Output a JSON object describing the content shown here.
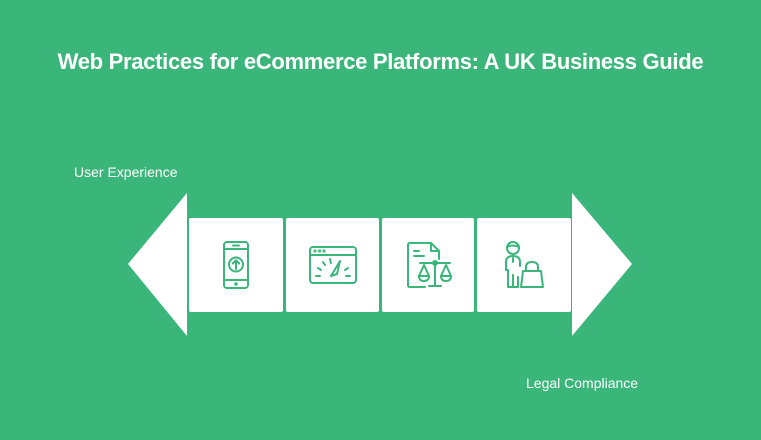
{
  "title": "Web Practices for eCommerce Platforms: A UK Business Guide",
  "axis": {
    "left_label": "User Experience",
    "right_label": "Legal Compliance"
  },
  "colors": {
    "background": "#3bb67a",
    "shape_fill": "#ffffff",
    "icon_stroke": "#3bb67a"
  },
  "steps": [
    {
      "icon": "mobile-upload-icon"
    },
    {
      "icon": "browser-speedometer-icon"
    },
    {
      "icon": "document-legal-scales-icon"
    },
    {
      "icon": "shopper-bag-icon"
    }
  ]
}
